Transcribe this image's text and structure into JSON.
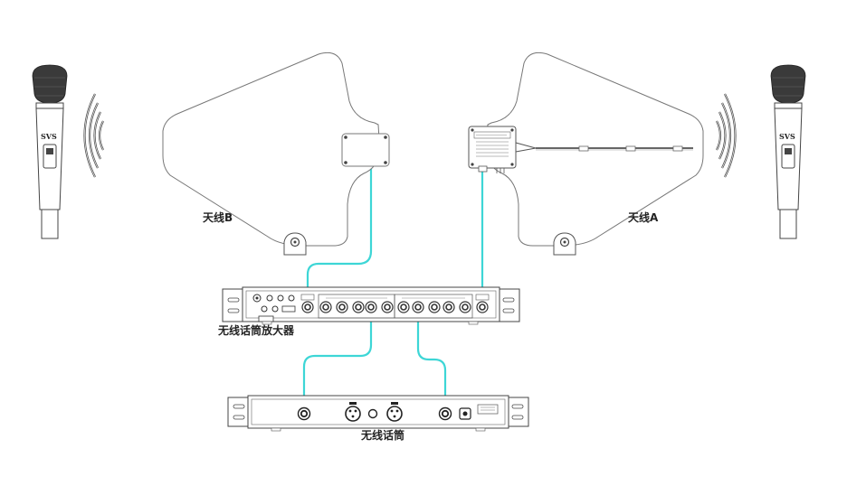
{
  "labels": {
    "antenna_b": "天线B",
    "antenna_a": "天线A",
    "amplifier": "无线话筒放大器",
    "receiver": "无线话筒"
  },
  "mic_brand": "SVS",
  "colors": {
    "cable": "#3dd6d6",
    "outline": "#777777",
    "mic_body": "#3a3a3a",
    "background": "#ffffff"
  }
}
